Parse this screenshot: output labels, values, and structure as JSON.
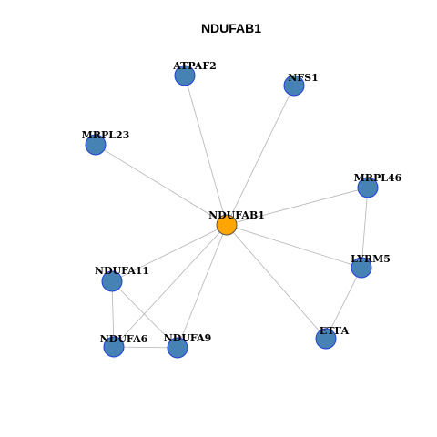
{
  "title": "NDUFAB1",
  "colors": {
    "center_node_fill": "#ffa500",
    "node_fill": "#4682b4",
    "node_stroke": "#1f3fd6",
    "center_node_stroke": "#555555",
    "edge": "#b3b3b3"
  },
  "nodes": [
    {
      "id": "NDUFAB1",
      "label": "NDUFAB1",
      "role": "center"
    },
    {
      "id": "ATPAF2",
      "label": "ATPAF2",
      "role": "neighbor"
    },
    {
      "id": "NFS1",
      "label": "NFS1",
      "role": "neighbor"
    },
    {
      "id": "MRPL23",
      "label": "MRPL23",
      "role": "neighbor"
    },
    {
      "id": "MRPL46",
      "label": "MRPL46",
      "role": "neighbor"
    },
    {
      "id": "LYRM5",
      "label": "LYRM5",
      "role": "neighbor"
    },
    {
      "id": "NDUFA11",
      "label": "NDUFA11",
      "role": "neighbor"
    },
    {
      "id": "NDUFA6",
      "label": "NDUFA6",
      "role": "neighbor"
    },
    {
      "id": "NDUFA9",
      "label": "NDUFA9",
      "role": "neighbor"
    },
    {
      "id": "ETFA",
      "label": "ETFA",
      "role": "neighbor"
    }
  ],
  "edges": [
    [
      "NDUFAB1",
      "ATPAF2"
    ],
    [
      "NDUFAB1",
      "NFS1"
    ],
    [
      "NDUFAB1",
      "MRPL23"
    ],
    [
      "NDUFAB1",
      "MRPL46"
    ],
    [
      "NDUFAB1",
      "LYRM5"
    ],
    [
      "NDUFAB1",
      "NDUFA11"
    ],
    [
      "NDUFAB1",
      "NDUFA6"
    ],
    [
      "NDUFAB1",
      "NDUFA9"
    ],
    [
      "NDUFAB1",
      "ETFA"
    ],
    [
      "MRPL46",
      "LYRM5"
    ],
    [
      "LYRM5",
      "ETFA"
    ],
    [
      "NDUFA11",
      "NDUFA6"
    ],
    [
      "NDUFA11",
      "NDUFA9"
    ],
    [
      "NDUFA6",
      "NDUFA9"
    ]
  ]
}
